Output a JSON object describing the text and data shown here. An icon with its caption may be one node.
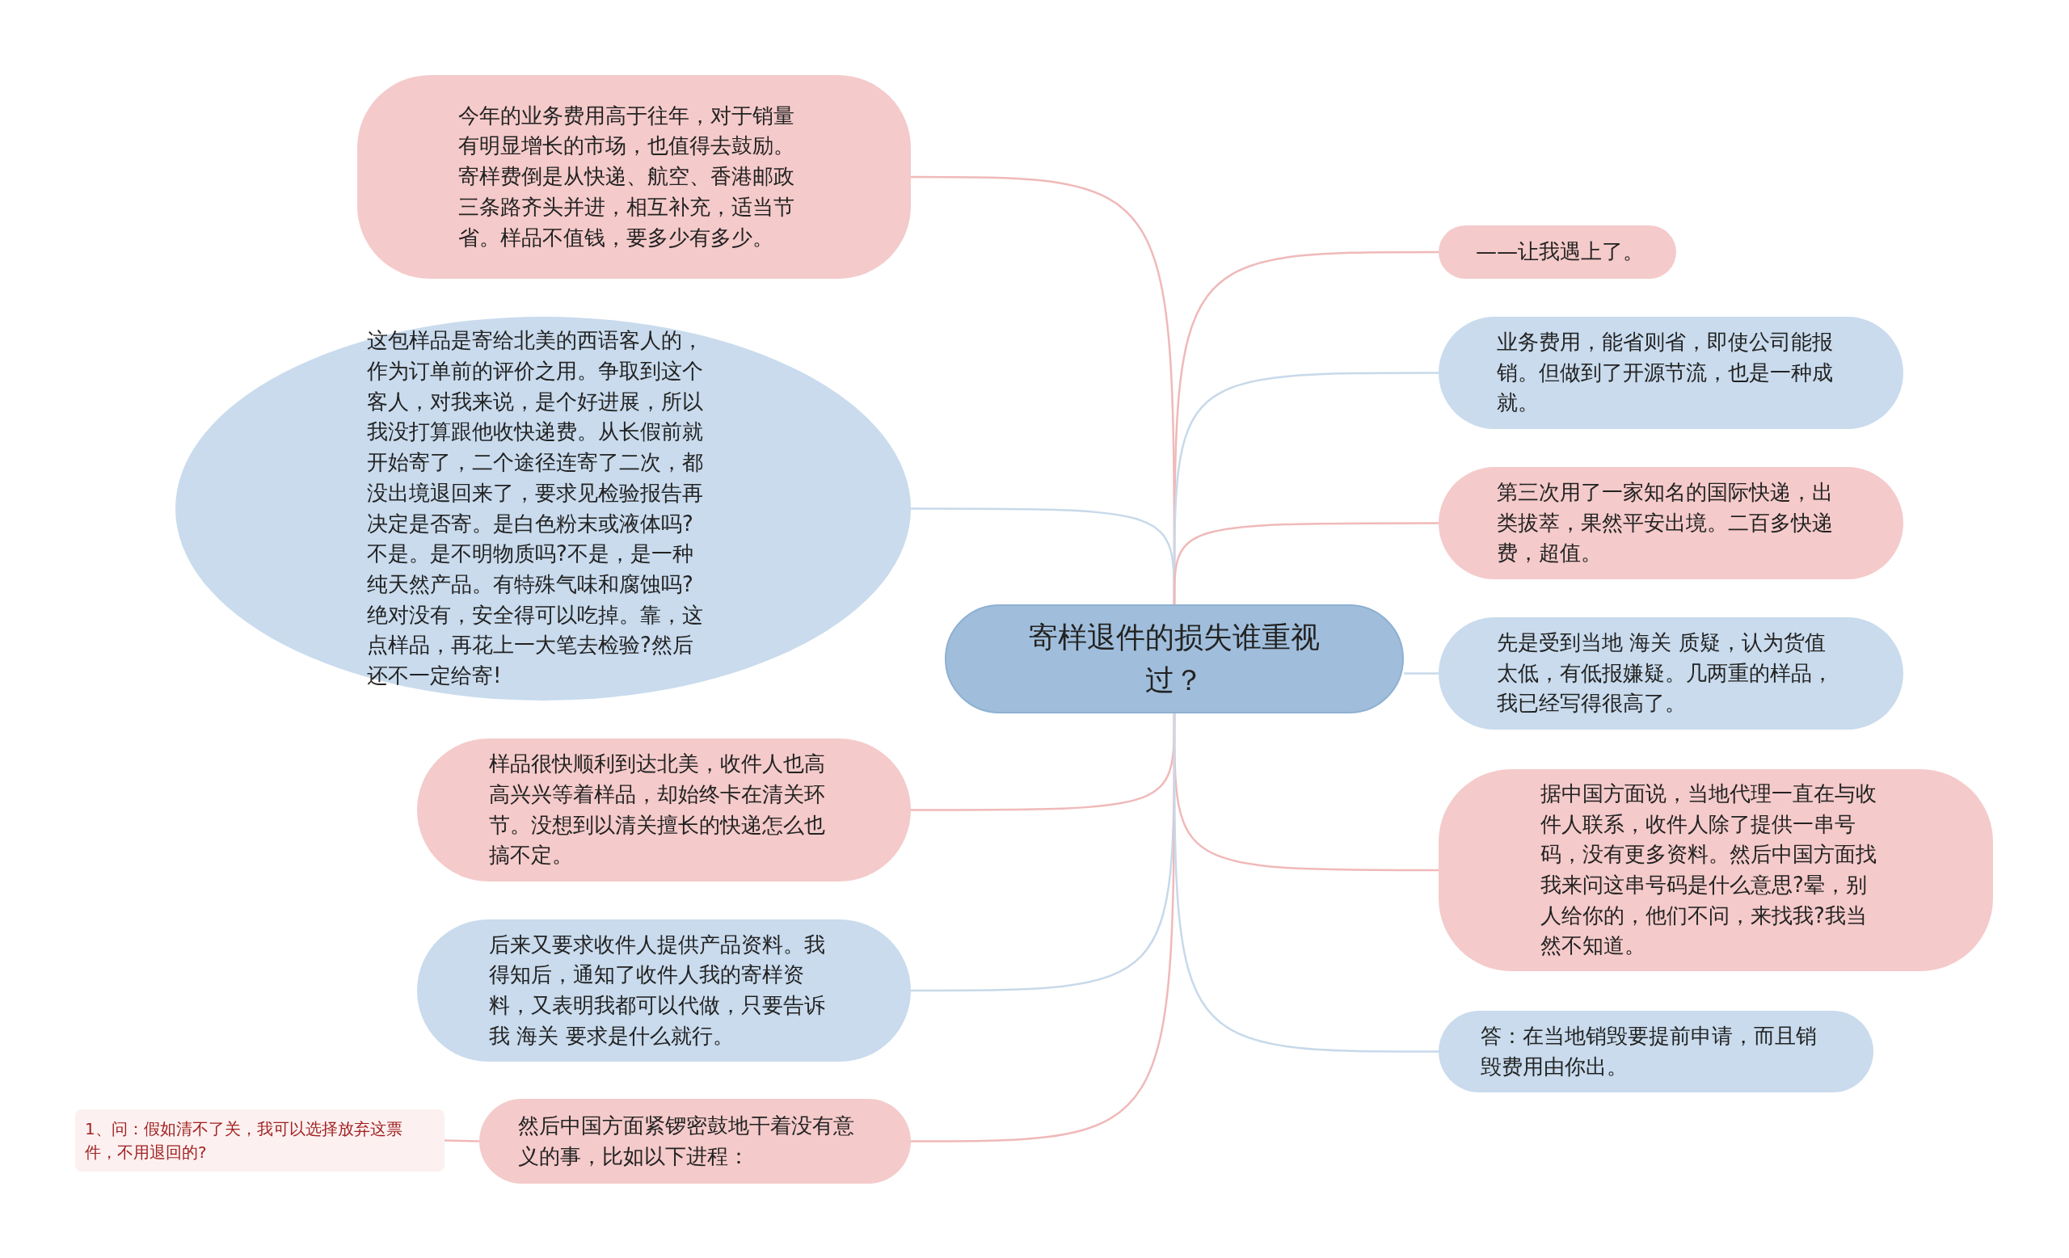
{
  "diagram": {
    "nodes": [
      {
        "text": [
          "寄样退件的损失谁重视过？"
        ]
      },
      {
        "text": [
          "今年的业务费用高于往年，对于销量有明显增长的市场，也值得去鼓励。寄样费倒是从快递、航空、香港邮政三条路齐头并进，相互补充，适当节省。样品不值钱，要多少有多少。"
        ]
      },
      {
        "text": [
          "这包样品是寄给北美的西语客人的，作为订单前的评价之用。争取到这个客人，对我来说，是个好进展，所以我没打算跟他收快递费。从长假前就开始寄了，二个途径连寄了二次，都没出境退回来了，要求见检验报告再决定是否寄。是白色粉末或液体吗?不是。是不明物质吗?不是，是一种纯天然产品。有特殊气味和腐蚀吗?绝对没有，安全得可以吃掉。靠，这点样品，再花上一大笔去检验?然后还不一定给寄!"
        ]
      },
      {
        "text": [
          "样品很快顺利到达北美，收件人也高高兴兴等着样品，却始终卡在清关环节。没想到以清关擅长的快递怎么也搞不定。"
        ]
      },
      {
        "text": [
          "后来又要求收件人提供产品资料。我得知后，通知了收件人我的寄样资料，又表明我都可以代做，只要告诉我 海关 要求是什么就行。"
        ]
      },
      {
        "text": [
          "然后中国方面紧锣密鼓地干着没有意义的事，比如以下进程："
        ]
      },
      {
        "text": [
          "1、问：假如清不了关，我可以选择放弃这票件，不用退回的?"
        ]
      },
      {
        "text": [
          "——让我遇上了。"
        ]
      },
      {
        "text": [
          "业务费用，能省则省，即使公司能报销。但做到了开源节流，也是一种成就。"
        ]
      },
      {
        "text": [
          "第三次用了一家知名的国际快递，出类拔萃，果然平安出境。二百多快递费，超值。"
        ]
      },
      {
        "text": [
          "先是受到当地 海关 质疑，认为货值太低，有低报嫌疑。几两重的样品，我已经写得很高了。"
        ]
      },
      {
        "text": [
          "据中国方面说，当地代理一直在与收件人联系，收件人除了提供一串号码，没有更多资料。然后中国方面找我来问这串号码是什么意思?晕，别人给你的，他们不问，来找我?我当然不知道。"
        ]
      },
      {
        "text": [
          "答：在当地销毁要提前申请，而且销毁费用由你出。"
        ]
      }
    ],
    "edges": [
      {
        "from": 0,
        "to": 1,
        "arrow": "none"
      },
      {
        "from": 0,
        "to": 2,
        "arrow": "none",
        "color": "#c7d9ea"
      },
      {
        "from": 0,
        "to": 3,
        "arrow": "none"
      },
      {
        "from": 0,
        "to": 4,
        "arrow": "none",
        "color": "#c7d9ea"
      },
      {
        "from": 0,
        "to": 5,
        "arrow": "none"
      },
      {
        "from": 5,
        "to": 6,
        "arrow": "none"
      },
      {
        "from": 0,
        "to": 7,
        "arrow": "none"
      },
      {
        "from": 0,
        "to": 8,
        "arrow": "none",
        "color": "#c7d9ea"
      },
      {
        "from": 0,
        "to": 9,
        "arrow": "none"
      },
      {
        "from": 0,
        "to": 10,
        "arrow": "none",
        "color": "#c7d9ea"
      },
      {
        "from": 0,
        "to": 11,
        "arrow": "none"
      },
      {
        "from": 0,
        "to": 12,
        "arrow": "none",
        "color": "#c7d9ea"
      }
    ]
  }
}
